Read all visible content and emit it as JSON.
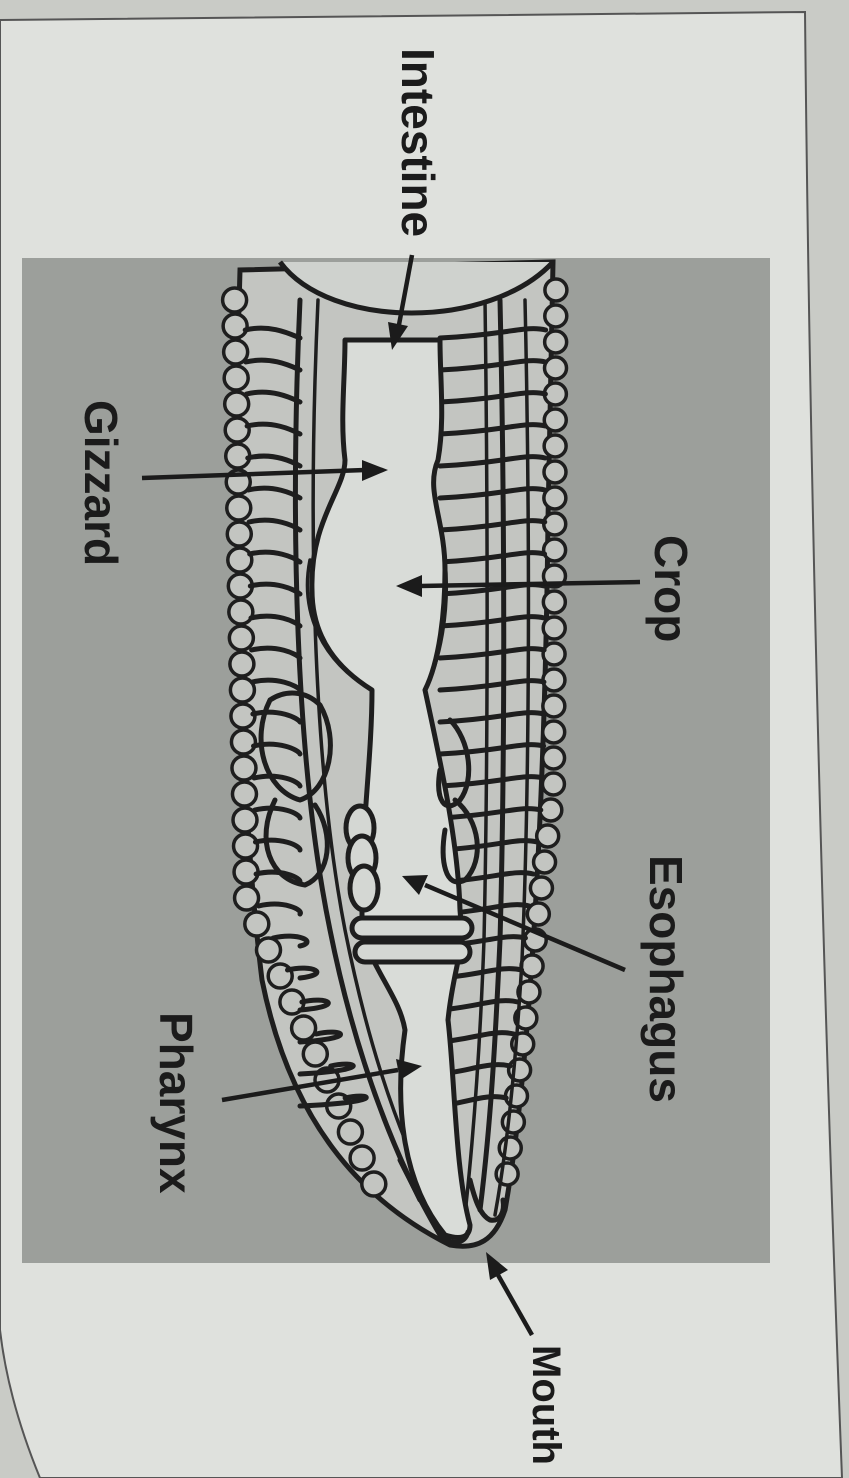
{
  "diagram": {
    "labels": {
      "intestine": "Intestine",
      "gizzard": "Gizzard",
      "crop": "Crop",
      "esophagus": "Esophagus",
      "pharynx": "Pharynx",
      "mouth": "Mouth"
    },
    "colors": {
      "page": "#dfe1dd",
      "panel": "#9c9f9b",
      "ink": "#1e1e1e"
    }
  }
}
